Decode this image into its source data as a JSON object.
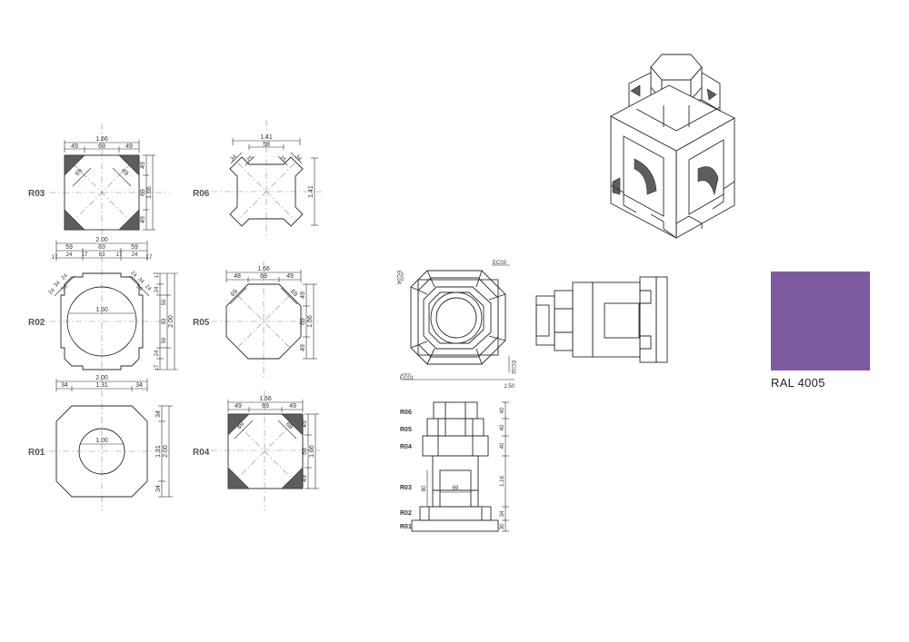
{
  "plans": {
    "r03": {
      "label": "R03",
      "top_total": "1.66",
      "top_segments": [
        "49",
        "69",
        "49"
      ],
      "diag": [
        "69",
        "69"
      ],
      "right_dims": [
        "49",
        "69",
        "49"
      ],
      "right_total": "1.66"
    },
    "r06": {
      "label": "R06",
      "top_total": "1.41",
      "top_inner": "58",
      "small": [
        "34",
        "25",
        "25",
        "34"
      ],
      "right_total": "1.41"
    },
    "r02": {
      "label": "R02",
      "top_total": "2.00",
      "row2": [
        "59",
        "83",
        "59"
      ],
      "row3": [
        "17",
        "24",
        "17",
        "83",
        "17",
        "24",
        "17"
      ],
      "corner_left": [
        "24",
        "34",
        "24",
        "59"
      ],
      "corner_right": [
        "24",
        "34",
        "24",
        "59"
      ],
      "circle": "1.50",
      "right_dims": [
        "17",
        "24",
        "59",
        "83",
        "59",
        "24",
        "17"
      ],
      "right_total": "2.00"
    },
    "r05": {
      "label": "R05",
      "top_total": "1.66",
      "top_segments": [
        "48",
        "69",
        "49"
      ],
      "diag": [
        "69",
        "69"
      ],
      "right_dims": [
        "49",
        "69",
        "49"
      ],
      "right_total": "1.66"
    },
    "r01": {
      "label": "R01",
      "top_total": "2.00",
      "top_segments": [
        "34",
        "1.31",
        "34"
      ],
      "circle": "1.00",
      "right_dims": [
        "34",
        "1.31",
        "34"
      ],
      "right_total": "2.00"
    },
    "r04": {
      "label": "R04",
      "top_total": "1.66",
      "top_segments": [
        "49",
        "69",
        "49"
      ],
      "diag": [
        "69",
        "69"
      ],
      "right_dims": [
        "49",
        "69",
        "49"
      ],
      "right_total": "1.66"
    }
  },
  "section": {
    "labels": [
      "EC03",
      "EC04",
      "EC01",
      "EC02"
    ],
    "scale": "1:50"
  },
  "elevation": {
    "levels": [
      "R06",
      "R05",
      "R04",
      "R03",
      "R02",
      "R01"
    ],
    "right_dims": [
      "40",
      "40",
      "40",
      "1.16",
      "34",
      "30"
    ],
    "inner_width": "69",
    "inner_height": "80"
  },
  "swatch": {
    "color": "#7d5aa2",
    "label": "RAL 4005"
  }
}
